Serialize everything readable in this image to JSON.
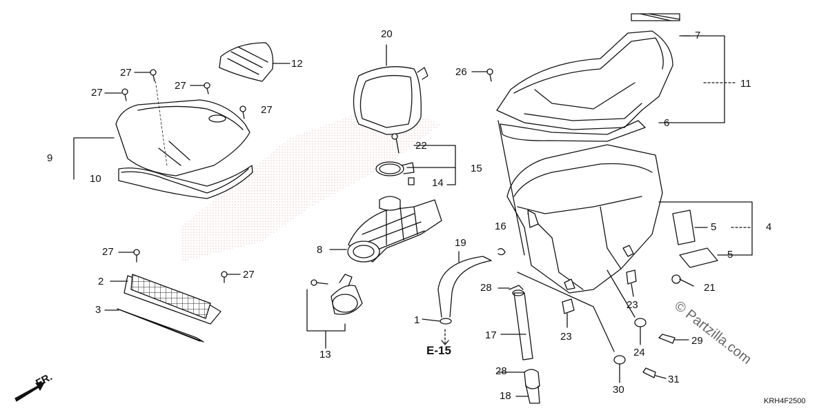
{
  "labels": {
    "n1": "1",
    "n2": "2",
    "n3": "3",
    "n4": "4",
    "n5a": "5",
    "n5b": "5",
    "n6": "6",
    "n7": "7",
    "n8": "8",
    "n9": "9",
    "n10": "10",
    "n11": "11",
    "n12": "12",
    "n13": "13",
    "n14": "14",
    "n15": "15",
    "n16": "16",
    "n17": "17",
    "n18": "18",
    "n19": "19",
    "n20": "20",
    "n21": "21",
    "n22": "22",
    "n23a": "23",
    "n23b": "23",
    "n24": "24",
    "n26": "26",
    "n27a": "27",
    "n27b": "27",
    "n27c": "27",
    "n27d": "27",
    "n27e": "27",
    "n27f": "27",
    "n28a": "28",
    "n28b": "28",
    "n29": "29",
    "n30": "30",
    "n31": "31"
  },
  "reference": "E-15",
  "front_marker": "FR.",
  "diagram_code": "KRH4F2500",
  "watermark": "© Partzilla.com",
  "colors": {
    "line": "#111111",
    "watermark": "#cc6666"
  }
}
